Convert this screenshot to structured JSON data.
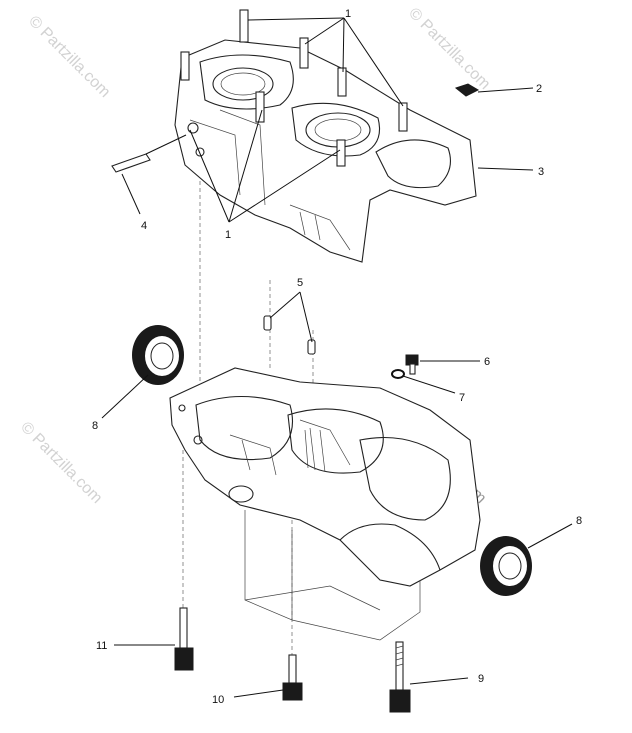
{
  "watermark": {
    "text": "© Partzilla.com"
  },
  "callouts": {
    "c1_top": "1",
    "c1_bottom": "1",
    "c2": "2",
    "c3": "3",
    "c4": "4",
    "c5": "5",
    "c6": "6",
    "c7": "7",
    "c8_left": "8",
    "c8_right": "8",
    "c9": "9",
    "c10": "10",
    "c11": "11"
  },
  "colors": {
    "line": "#111111",
    "watermark": "#d2d2d2",
    "background": "#ffffff"
  }
}
